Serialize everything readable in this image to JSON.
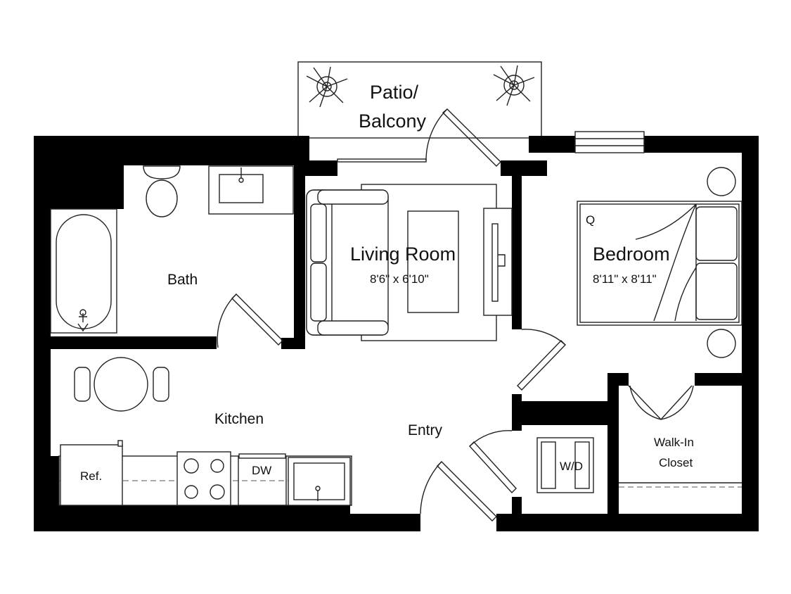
{
  "rooms": {
    "patio": {
      "line1": "Patio/",
      "line2": "Balcony"
    },
    "living": {
      "name": "Living Room",
      "size": "8'6\" x 6'10\""
    },
    "bedroom": {
      "name": "Bedroom",
      "size": "8'11\" x 8'11\"",
      "bed": "Q"
    },
    "bath": {
      "name": "Bath"
    },
    "kitchen": {
      "name": "Kitchen"
    },
    "entry": {
      "name": "Entry"
    },
    "closet": {
      "line1": "Walk-In",
      "line2": "Closet"
    }
  },
  "fixtures": {
    "refrigerator": "Ref.",
    "dishwasher": "DW",
    "washer_dryer": "W/D"
  }
}
